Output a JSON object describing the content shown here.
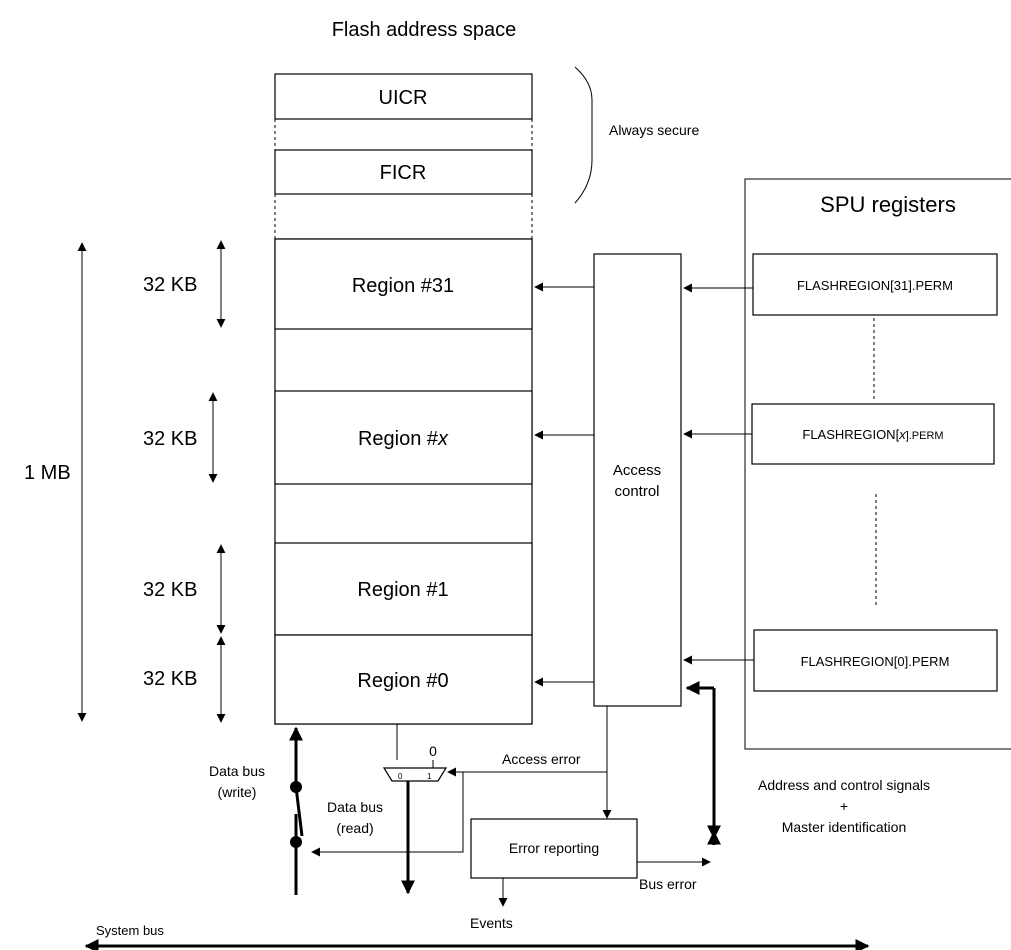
{
  "title": "Flash address space",
  "top_blocks": {
    "uicr": "UICR",
    "ficr": "FICR",
    "secure_note": "Always secure"
  },
  "regions": [
    {
      "label": "Region #31",
      "size": "32 KB"
    },
    {
      "label_prefix": "Region #",
      "label_var": "x",
      "size": "32 KB"
    },
    {
      "label": "Region #1",
      "size": "32 KB"
    },
    {
      "label": "Region #0",
      "size": "32 KB"
    }
  ],
  "total_size": "1 MB",
  "spu": {
    "title": "SPU registers",
    "reg31": "FLASHREGION[31].PERM",
    "regx_prefix": "FLASHREGION[",
    "regx_var": "x",
    "regx_suffix": "].PERM",
    "reg0": "FLASHREGION[0].PERM"
  },
  "access_control": {
    "line1": "Access",
    "line2": "control"
  },
  "mux": {
    "zero_input": "0",
    "in0": "0",
    "in1": "1"
  },
  "labels": {
    "access_error": "Access error",
    "data_bus_write_1": "Data bus",
    "data_bus_write_2": "(write)",
    "data_bus_read_1": "Data bus",
    "data_bus_read_2": "(read)",
    "error_reporting": "Error reporting",
    "bus_error": "Bus error",
    "events": "Events",
    "system_bus": "System bus",
    "addr_ctrl_1": "Address and control signals",
    "addr_ctrl_2": "+",
    "addr_ctrl_3": "Master identification"
  }
}
